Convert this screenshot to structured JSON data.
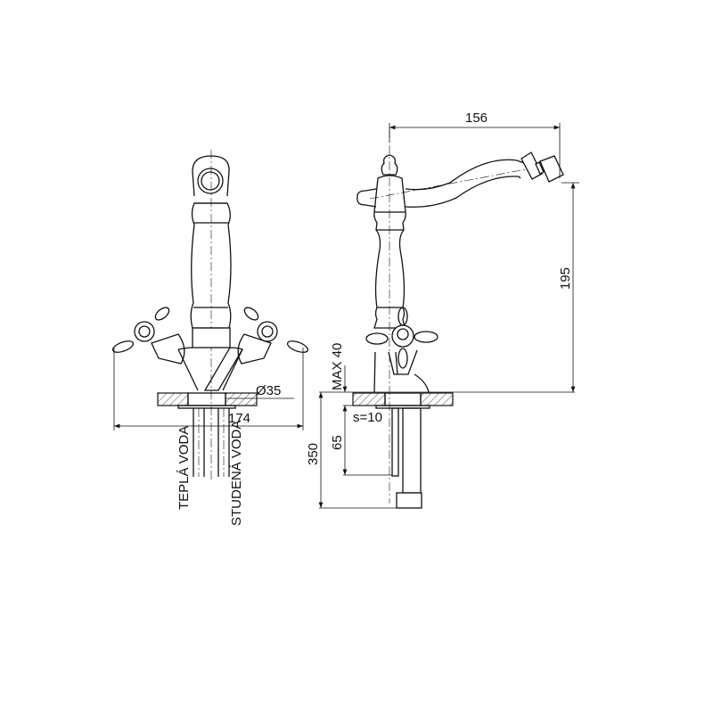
{
  "drawing": {
    "front_view": {
      "diameter_label": "Ø35",
      "width_label": "174",
      "hot_water_label": "TEPLÁ VODA",
      "cold_water_label": "STUDENÁ VODA"
    },
    "side_view": {
      "reach_label": "156",
      "height_label": "195",
      "max_thickness_label": "MAX 40",
      "plate_label": "s=10",
      "pipe_short_label": "65",
      "pipe_long_label": "350"
    },
    "line_color": "#111111"
  }
}
